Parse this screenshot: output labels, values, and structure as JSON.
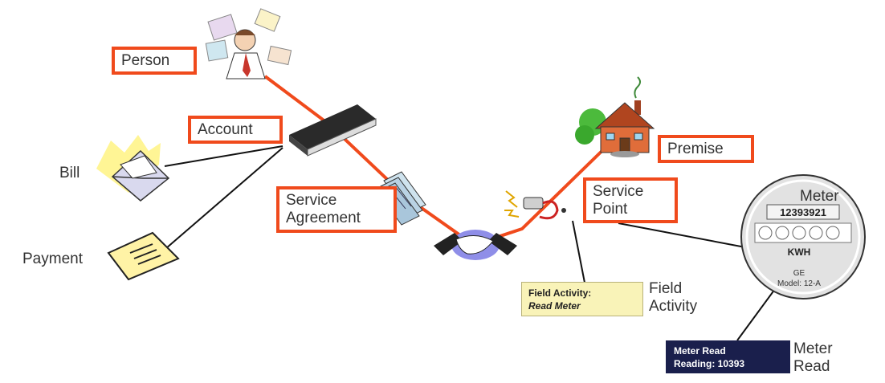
{
  "labels": {
    "person": "Person",
    "account": "Account",
    "service_agreement": "Service\nAgreement",
    "service_point": "Service\nPoint",
    "premise": "Premise",
    "bill": "Bill",
    "payment": "Payment",
    "meter": "Meter",
    "field_activity": "Field\nActivity",
    "meter_read": "Meter\nRead"
  },
  "field_activity_box": {
    "line1": "Field Activity:",
    "line2": "Read Meter"
  },
  "meter_read_box": {
    "line1": "Meter Read",
    "line2": "Reading: 10393"
  },
  "meter_face": {
    "serial": "12393921",
    "unit": "KWH",
    "brand": "GE",
    "model": "Model: 12-A"
  },
  "colors": {
    "accent": "#f04a1c",
    "connector": "#111111",
    "field_box": "#f9f3b8",
    "read_box": "#1a1f4c"
  },
  "icons": [
    "person-icon",
    "account-book-icon",
    "bill-envelope-icon",
    "payment-document-icon",
    "service-agreement-icon",
    "handshake-icon",
    "service-point-icon",
    "house-icon",
    "meter-icon"
  ]
}
